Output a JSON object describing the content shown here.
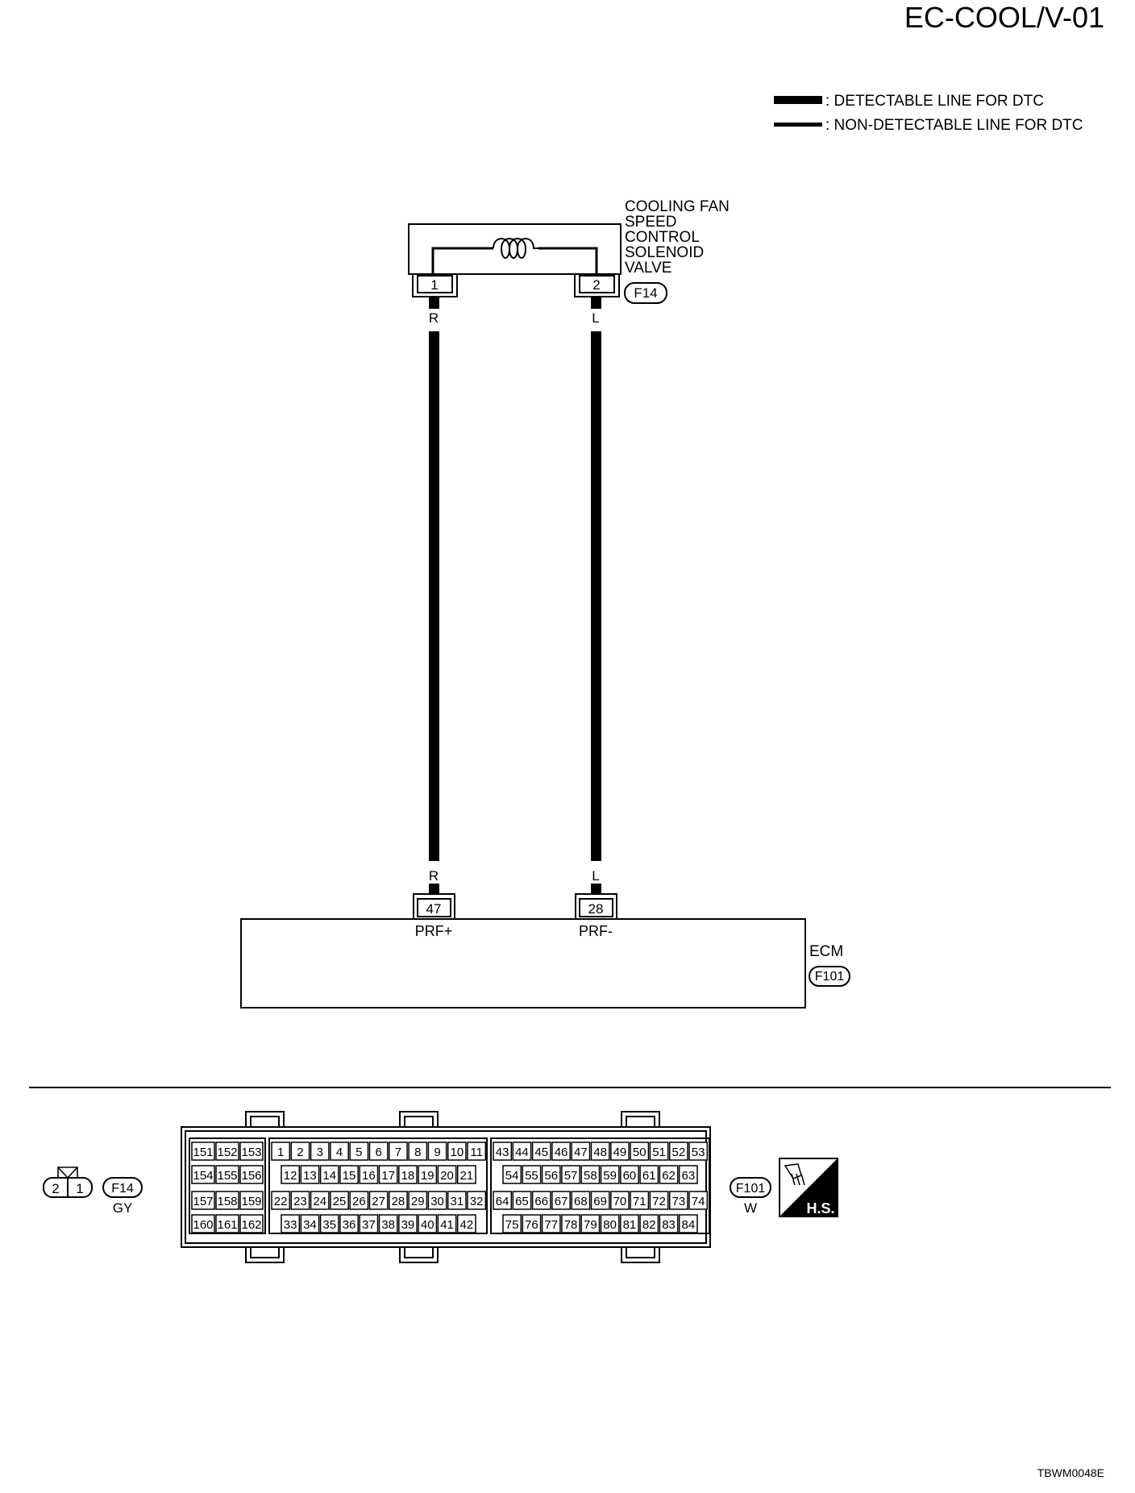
{
  "page_code": "EC-COOL/V-01",
  "legend": {
    "detectable": ": DETECTABLE LINE FOR DTC",
    "non_detectable": ": NON-DETECTABLE LINE FOR DTC"
  },
  "solenoid": {
    "label_lines": [
      "COOLING FAN",
      "SPEED",
      "CONTROL",
      "SOLENOID",
      "VALVE"
    ],
    "connector": "F14",
    "pin_left": "1",
    "pin_right": "2"
  },
  "wires": {
    "left_color_top": "R",
    "right_color_top": "L",
    "left_color_bottom": "R",
    "right_color_bottom": "L"
  },
  "ecm": {
    "label": "ECM",
    "connector": "F101",
    "pin_left": "47",
    "pin_right": "28",
    "terminal_left": "PRF+",
    "terminal_right": "PRF-"
  },
  "f14_connector": {
    "pins": [
      "2",
      "1"
    ],
    "id": "F14",
    "color": "GY"
  },
  "f101_connector": {
    "id": "F101",
    "color": "W",
    "left_rows": [
      [
        "151",
        "152",
        "153"
      ],
      [
        "154",
        "155",
        "156"
      ],
      [
        "157",
        "158",
        "159"
      ],
      [
        "160",
        "161",
        "162"
      ]
    ],
    "mid_rows": [
      [
        "1",
        "2",
        "3",
        "4",
        "5",
        "6",
        "7",
        "8",
        "9",
        "10",
        "11"
      ],
      [
        "12",
        "13",
        "14",
        "15",
        "16",
        "17",
        "18",
        "19",
        "20",
        "21"
      ],
      [
        "22",
        "23",
        "24",
        "25",
        "26",
        "27",
        "28",
        "29",
        "30",
        "31",
        "32"
      ],
      [
        "33",
        "34",
        "35",
        "36",
        "37",
        "38",
        "39",
        "40",
        "41",
        "42"
      ]
    ],
    "right_rows": [
      [
        "43",
        "44",
        "45",
        "46",
        "47",
        "48",
        "49",
        "50",
        "51",
        "52",
        "53"
      ],
      [
        "54",
        "55",
        "56",
        "57",
        "58",
        "59",
        "60",
        "61",
        "62",
        "63"
      ],
      [
        "64",
        "65",
        "66",
        "67",
        "68",
        "69",
        "70",
        "71",
        "72",
        "73",
        "74"
      ],
      [
        "75",
        "76",
        "77",
        "78",
        "79",
        "80",
        "81",
        "82",
        "83",
        "84"
      ]
    ]
  },
  "hs_badge": "H.S.",
  "figure_code": "TBWM0048E"
}
